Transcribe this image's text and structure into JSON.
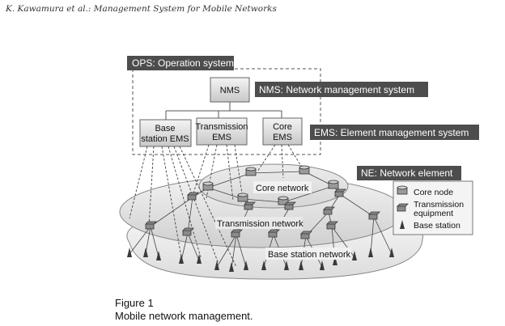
{
  "header": "K. Kawamura et al.: Management System for Mobile Networks",
  "labels": {
    "ops": "OPS: Operation system",
    "nms_full": "NMS: Network management system",
    "ems_full": "EMS: Element management system",
    "ne_full": "NE: Network element"
  },
  "boxes": {
    "nms": "NMS",
    "base_ems_l1": "Base",
    "base_ems_l2": "station EMS",
    "trans_ems_l1": "Transmission",
    "trans_ems_l2": "EMS",
    "core_ems_l1": "Core",
    "core_ems_l2": "EMS"
  },
  "networks": {
    "core": "Core network",
    "transmission": "Transmission network",
    "base": "Base station network"
  },
  "legend": {
    "core_node": "Core node",
    "trans_l1": "Transmission",
    "trans_l2": "equipment",
    "base_station": "Base station"
  },
  "caption": {
    "title": "Figure 1",
    "text": "Mobile network management."
  }
}
